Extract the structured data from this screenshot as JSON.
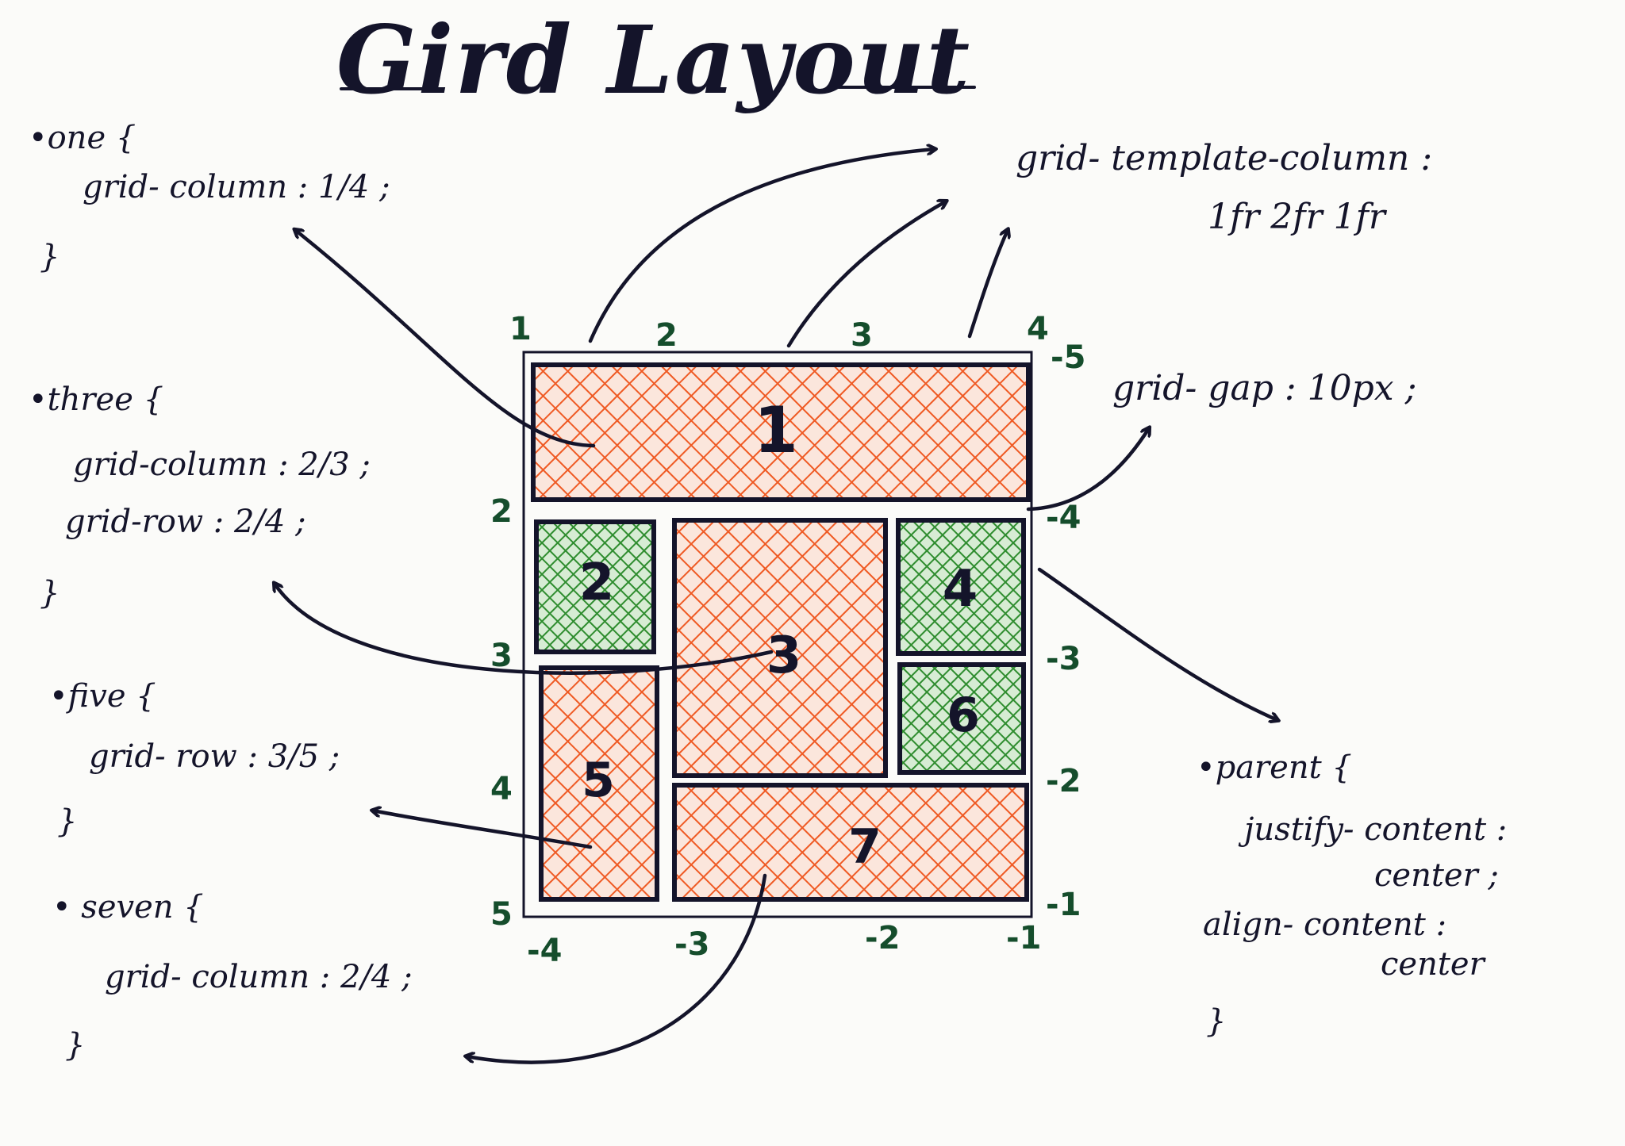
{
  "title": "Gird Layout",
  "colors": {
    "orange": "#ef5a24",
    "green": "#2f8d2f",
    "ink": "#14142a",
    "number_ink": "#154d2c"
  },
  "grid": {
    "cells": [
      {
        "label": "1",
        "color": "orange"
      },
      {
        "label": "2",
        "color": "green"
      },
      {
        "label": "3",
        "color": "orange"
      },
      {
        "label": "4",
        "color": "green"
      },
      {
        "label": "5",
        "color": "orange"
      },
      {
        "label": "6",
        "color": "green"
      },
      {
        "label": "7",
        "color": "orange"
      }
    ],
    "column_lines": [
      "1",
      "2",
      "3",
      "4"
    ],
    "row_lines": [
      "2",
      "3",
      "4",
      "5"
    ],
    "neg_row_lines": [
      "-5",
      "-4",
      "-3",
      "-2",
      "-1"
    ],
    "neg_column_lines": [
      "-4",
      "-3",
      "-2",
      "-1"
    ]
  },
  "notes": {
    "one": {
      "selector": "•one {",
      "rule": "grid- column : 1/4 ;",
      "close": "}"
    },
    "three": {
      "selector": "•three {",
      "rule1": "grid-column : 2/3 ;",
      "rule2": "grid-row : 2/4 ;",
      "close": "}"
    },
    "five": {
      "selector": "•five {",
      "rule": "grid- row : 3/5 ;",
      "close": "}"
    },
    "seven": {
      "selector": "• seven {",
      "rule": "grid- column : 2/4 ;",
      "close": "}"
    },
    "template": {
      "line1": "grid- template-column :",
      "line2": "1fr 2fr 1fr"
    },
    "gap": {
      "text": "grid- gap : 10px ;"
    },
    "parent": {
      "selector": "•parent {",
      "rule1": "justify- content :",
      "value1": "center ;",
      "rule2": "align- content :",
      "value2": "center",
      "close": "}"
    }
  }
}
